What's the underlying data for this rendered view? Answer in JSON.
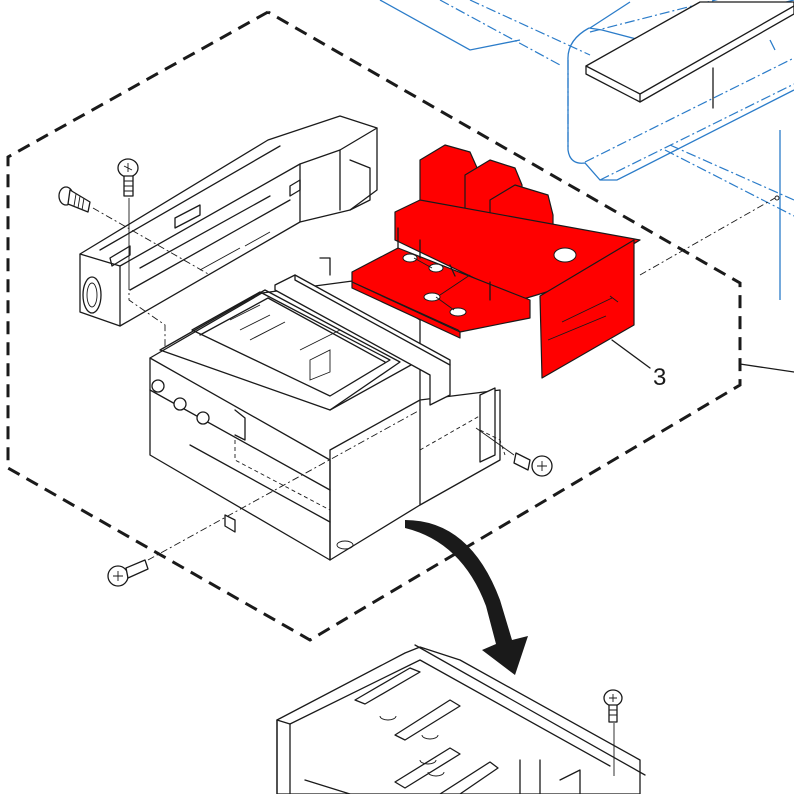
{
  "diagram": {
    "type": "exploded-parts-view",
    "callouts": [
      {
        "number": "3",
        "part": "highlighted-cover"
      }
    ],
    "colors": {
      "highlight": "#ff0000",
      "line": "#1a1a1a",
      "reference_outline": "#2b7cc9",
      "background": "#ffffff"
    },
    "icons": [
      "screw-icon",
      "curved-arrow-icon"
    ]
  }
}
